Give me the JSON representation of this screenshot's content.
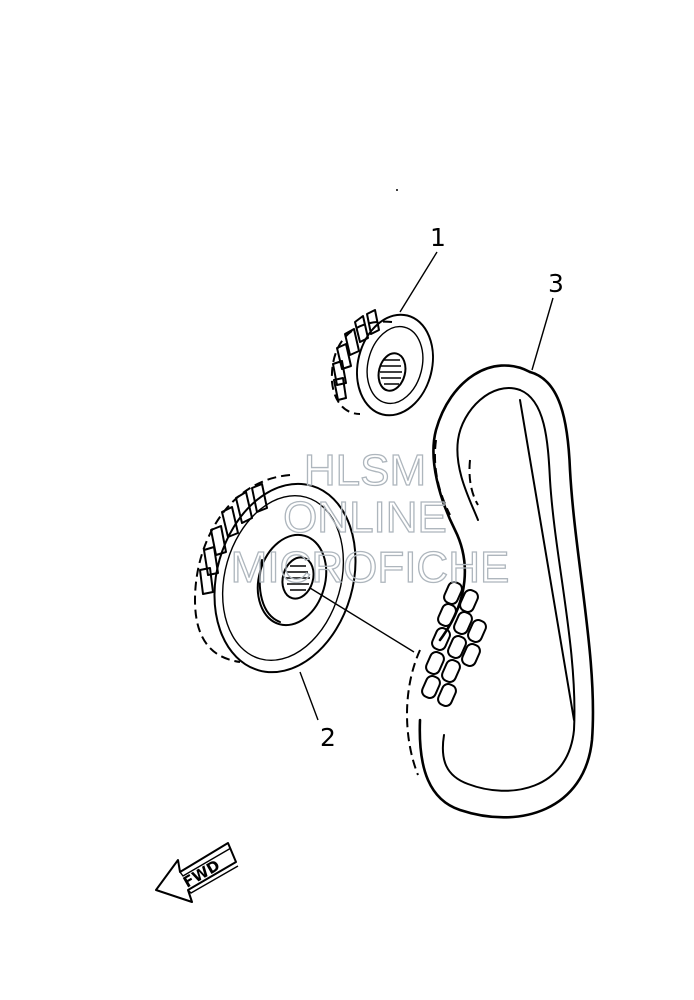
{
  "callouts": {
    "part1": "1",
    "part2": "2",
    "part3": "3"
  },
  "watermark": {
    "line1": "HLSM",
    "line2": "ONLINE",
    "line3": "MICROFICHE"
  },
  "direction_arrow": {
    "label": "FWD"
  },
  "colors": {
    "line": "#000000",
    "watermark": "#aeb6bd",
    "background": "#ffffff"
  }
}
